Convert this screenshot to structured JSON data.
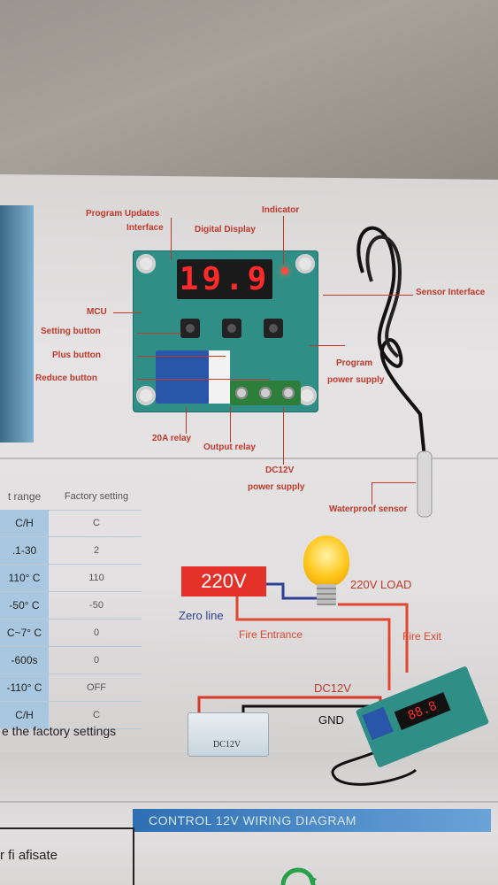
{
  "board_labels": {
    "program_updates": "Program Updates",
    "interface": "Interface",
    "indicator": "Indicator",
    "digital_display": "Digital Display",
    "sensor_interface": "Sensor Interface",
    "mcu": "MCU",
    "setting_button": "Setting button",
    "plus_button": "Plus button",
    "reduce_button": "Reduce button",
    "program": "Program",
    "power_supply": "power supply",
    "relay_20a": "20A relay",
    "output_relay": "Output relay",
    "dc12v": "DC12V",
    "dc12v_power_supply": "power supply",
    "waterproof_sensor": "Waterproof sensor"
  },
  "display_value": "19.9",
  "table": {
    "header": [
      "t range",
      "Factory setting"
    ],
    "rows": [
      [
        "C/H",
        "C"
      ],
      [
        ".1-30",
        "2"
      ],
      [
        "110° C",
        "110"
      ],
      [
        "-50° C",
        "-50"
      ],
      [
        "C~7° C",
        "0"
      ],
      [
        "-600s",
        "0"
      ],
      [
        "-110° C",
        "OFF"
      ],
      [
        "C/H",
        "C"
      ]
    ],
    "footer": "e the factory settings"
  },
  "wiring": {
    "voltage_box": "220V",
    "load_label": "220V LOAD",
    "zero_line": "Zero line",
    "fire_entrance": "Fire Entrance",
    "fire_exit": "Fire Exit",
    "dc12v": "DC12V",
    "gnd": "GND",
    "battery_label": "DC12V",
    "mini_display": "88.8"
  },
  "banner": "CONTROL 12V WIRING DIAGRAM",
  "bottom_text": "r fi afisate",
  "colors": {
    "pcb": "#2f8f86",
    "label_red": "#c0392b",
    "table_blue": "#a9c7de",
    "banner_blue": "#2e6fb3"
  }
}
